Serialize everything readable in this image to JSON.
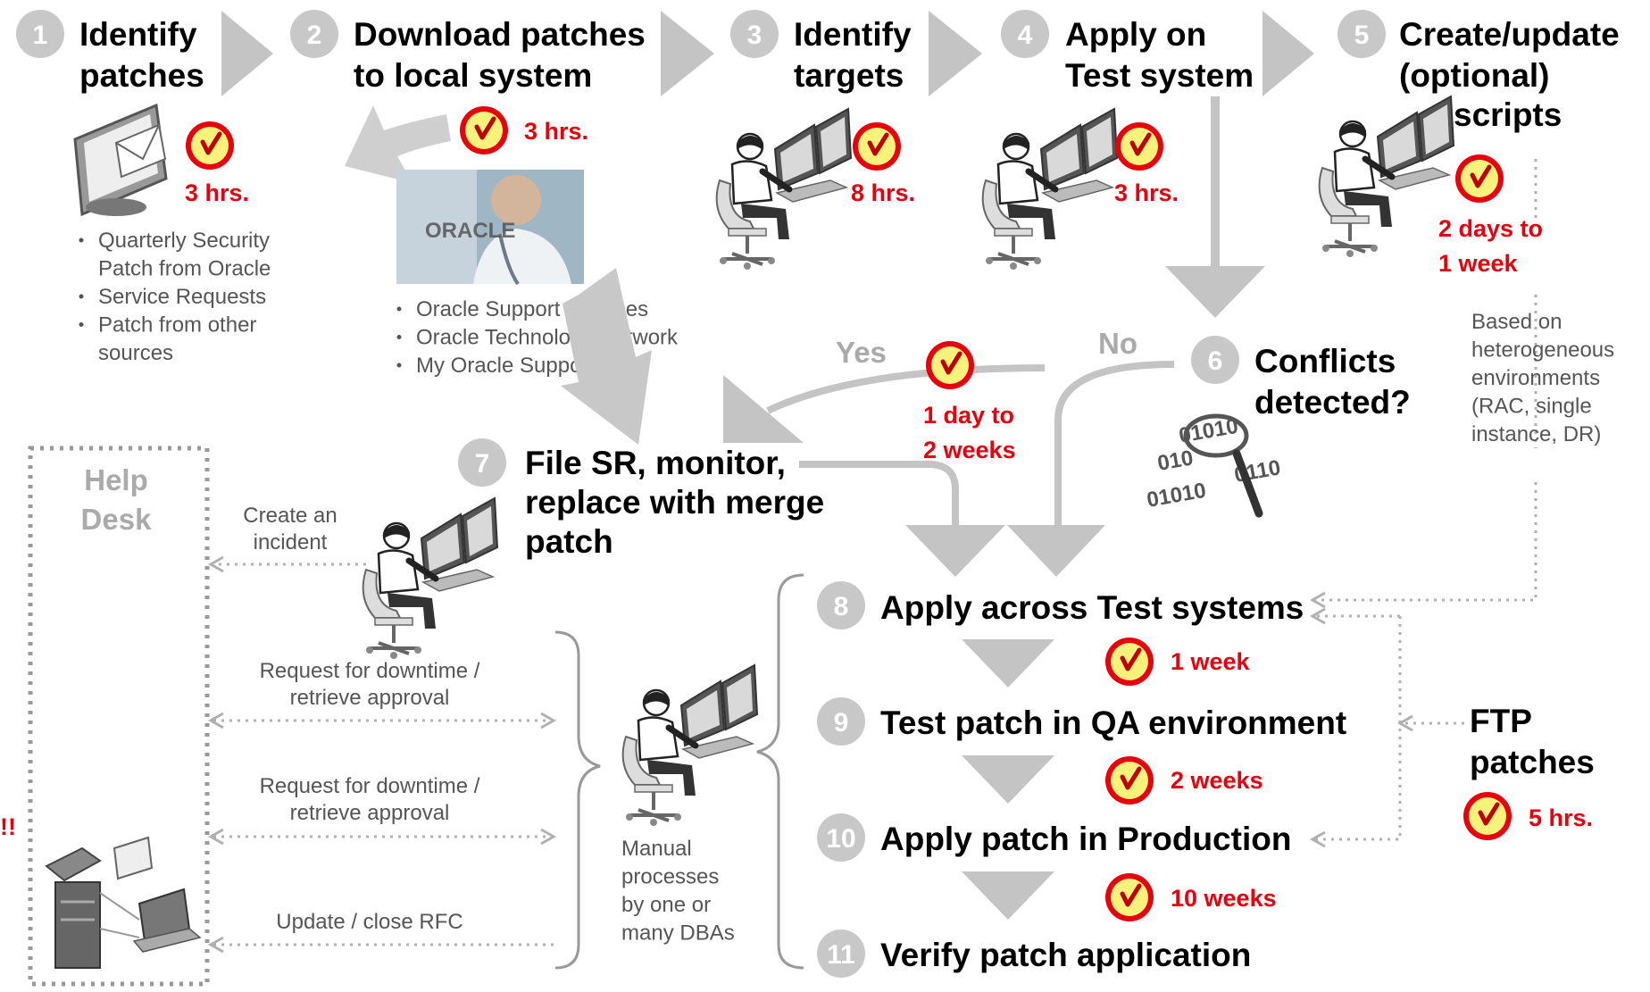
{
  "steps": [
    {
      "num": "1",
      "title": [
        "Identify",
        "patches"
      ],
      "time": "3 hrs."
    },
    {
      "num": "2",
      "title": [
        "Download patches",
        "to local system"
      ],
      "time": "3 hrs."
    },
    {
      "num": "3",
      "title": [
        "Identify",
        "targets"
      ],
      "time": "8 hrs."
    },
    {
      "num": "4",
      "title": [
        "Apply on",
        "Test system"
      ],
      "time": "3 hrs."
    },
    {
      "num": "5",
      "title": [
        "Create/update",
        "(optional)",
        "scripts"
      ],
      "time": [
        "2 days to",
        "1 week"
      ]
    },
    {
      "num": "6",
      "title": [
        "Conflicts",
        "detected?"
      ]
    },
    {
      "num": "7",
      "title": [
        "File SR, monitor,",
        "replace with merge",
        "patch"
      ],
      "time": [
        "1 day to",
        "2 weeks"
      ]
    },
    {
      "num": "8",
      "title": "Apply across Test systems",
      "time": "1 week"
    },
    {
      "num": "9",
      "title": "Test patch in QA environment",
      "time": "2 weeks"
    },
    {
      "num": "10",
      "title": "Apply patch in Production",
      "time": "10 weeks"
    },
    {
      "num": "11",
      "title": "Verify patch application"
    }
  ],
  "step1_bullets": [
    "Quarterly Security",
    "Patch from Oracle",
    "Service Requests",
    "Patch from other",
    "sources"
  ],
  "step2_bullets": [
    "Oracle Support Services",
    "Oracle Technology Network",
    "My Oracle Support"
  ],
  "oracle_logo": "ORACLE",
  "yes": "Yes",
  "no": "No",
  "based_on": [
    "Based on",
    "heterogeneous",
    "environments",
    "(RAC, single",
    "instance, DR)"
  ],
  "ftp": {
    "title": [
      "FTP",
      "patches"
    ],
    "time": "5 hrs."
  },
  "help_desk": [
    "Help",
    "Desk"
  ],
  "create_incident": [
    "Create an",
    "incident"
  ],
  "request1": [
    "Request for downtime /",
    "retrieve approval"
  ],
  "request2": [
    "Request for downtime /",
    "retrieve approval"
  ],
  "update_rfc": "Update / close RFC",
  "manual": [
    "Manual",
    "processes",
    "by one or",
    "many DBAs"
  ],
  "binary": [
    "010",
    "01010",
    "01010",
    "0110"
  ],
  "edge_mark": "!!",
  "colors": {
    "accent": "#e8000d",
    "clock_face": "#f7f37a",
    "arrow_grey": "#c4c4c4",
    "circle_grey": "#c8c8c8"
  }
}
